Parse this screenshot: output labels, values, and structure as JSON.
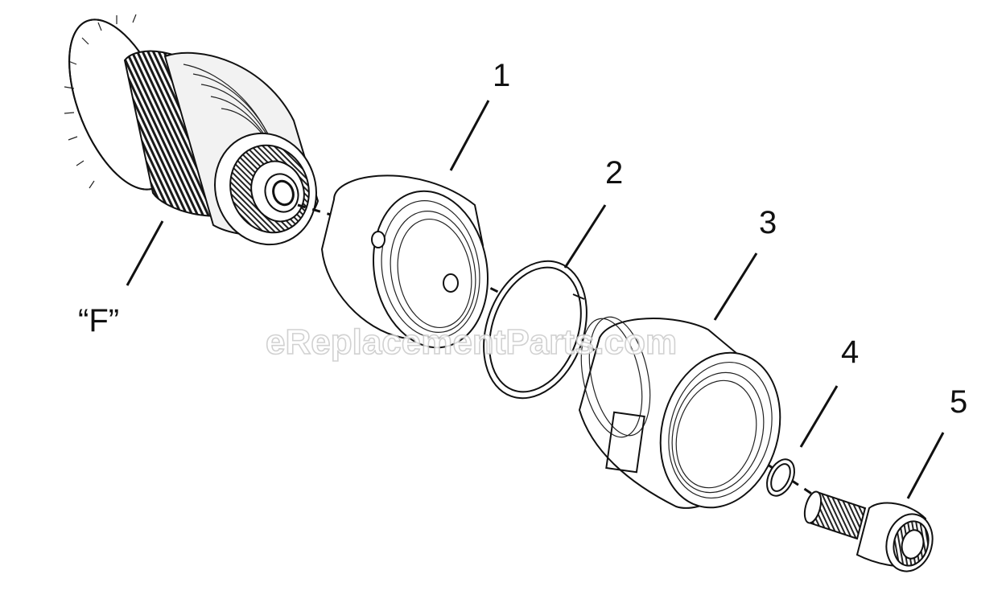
{
  "diagram": {
    "callouts": {
      "assembly": "“F”",
      "part_1": "1",
      "part_2": "2",
      "part_3": "3",
      "part_4": "4",
      "part_5": "5"
    },
    "watermark": "eReplacementParts.com"
  }
}
